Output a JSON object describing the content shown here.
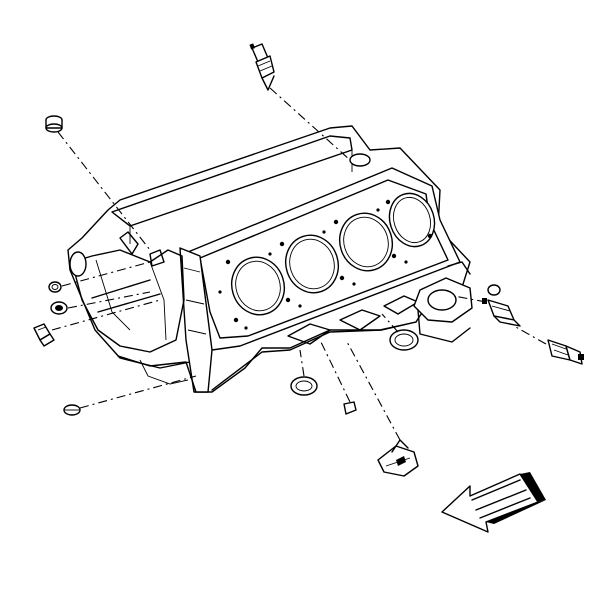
{
  "figure": {
    "subject": "engine-block-exploded-view",
    "parts": [
      "top-sender-plug",
      "rear-left-plug",
      "left-side-plugs",
      "lower-left-plug",
      "bottom-plug",
      "lower-center-plug",
      "oil-filter-adapter-plug",
      "right-side-sensor",
      "right-sender"
    ],
    "ink_color": "#000000",
    "background_color": "#ffffff",
    "arrow_icon": "view-direction-arrow-icon"
  }
}
